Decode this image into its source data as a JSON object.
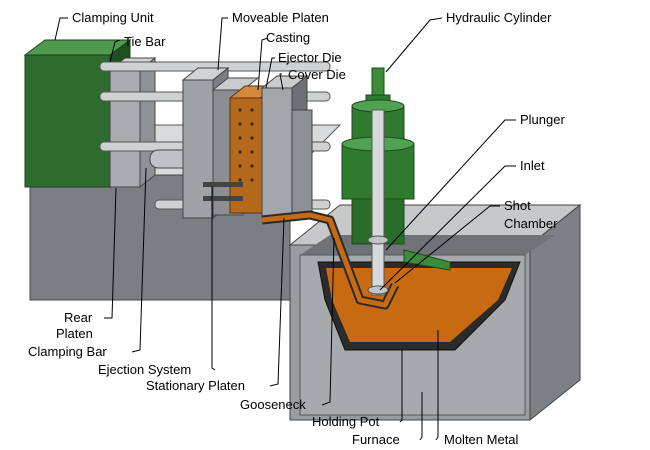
{
  "diagram": {
    "colors": {
      "machine_gray_light": "#b9bcbf",
      "machine_gray_dark": "#6b6f73",
      "clamping_green": "#2e6b2e",
      "cylinder_green": "#2f7a2f",
      "molten_orange": "#c86a12",
      "casting_orange": "#b5691d",
      "furnace_gray": "#8a8d90"
    },
    "labels": {
      "clamping_unit": "Clamping Unit",
      "tie_bar": "Tie Bar",
      "moveable_platen": "Moveable Platen",
      "casting": "Casting",
      "ejector_die": "Ejector Die",
      "cover_die": "Cover Die",
      "hydraulic_cylinder": "Hydraulic Cylinder",
      "plunger": "Plunger",
      "inlet": "Inlet",
      "shot": "Shot",
      "chamber": "Chamber",
      "rear": "Rear",
      "platen": "Platen",
      "clamping_bar": "Clamping Bar",
      "ejection_system": "Ejection System",
      "stationary_platen": "Stationary Platen",
      "gooseneck": "Gooseneck",
      "holding_pot": "Holding Pot",
      "furnace": "Furnace",
      "molten_metal": "Molten Metal"
    }
  }
}
